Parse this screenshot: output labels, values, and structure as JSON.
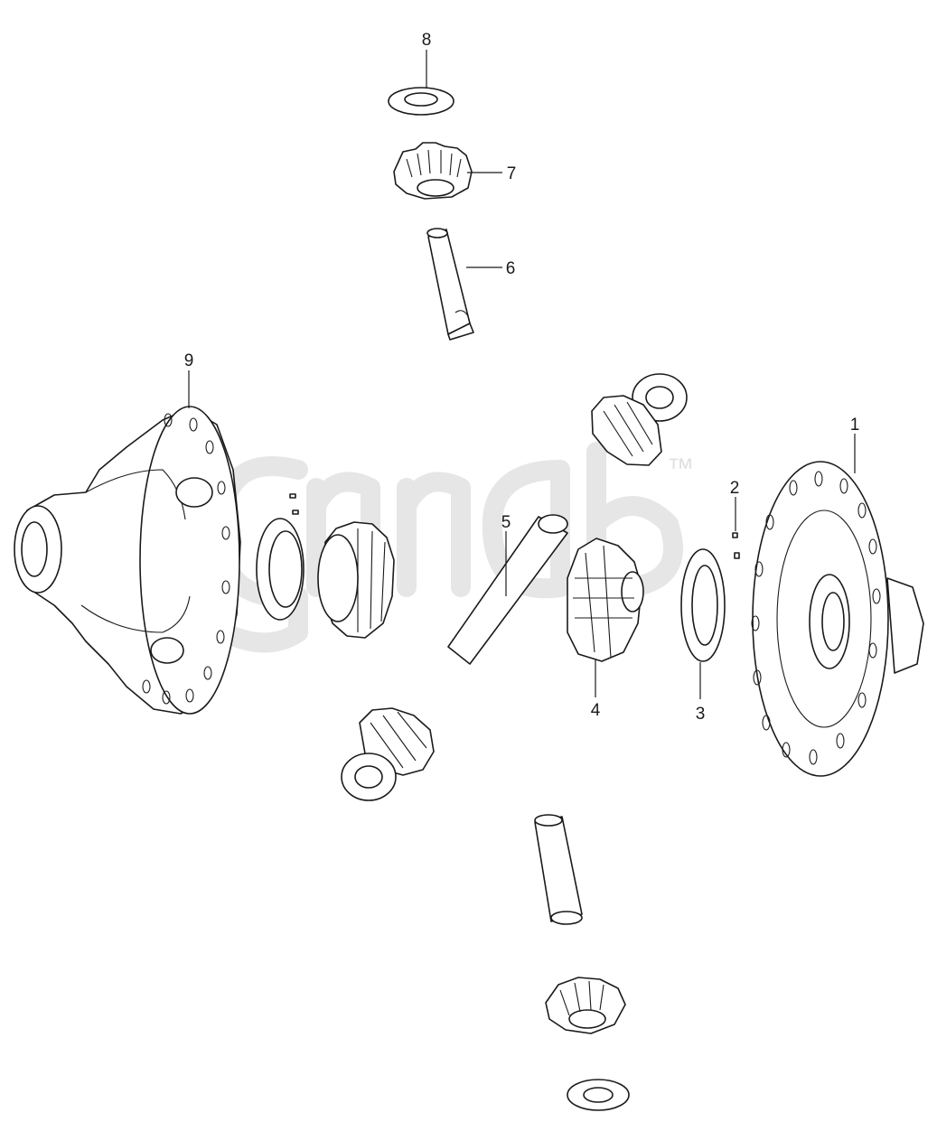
{
  "diagram": {
    "watermark_tm": "™",
    "callouts": [
      {
        "id": "1",
        "label": "1"
      },
      {
        "id": "2",
        "label": "2"
      },
      {
        "id": "3",
        "label": "3"
      },
      {
        "id": "4",
        "label": "4"
      },
      {
        "id": "5",
        "label": "5"
      },
      {
        "id": "6",
        "label": "6"
      },
      {
        "id": "7",
        "label": "7"
      },
      {
        "id": "8",
        "label": "8"
      },
      {
        "id": "9",
        "label": "9"
      }
    ],
    "colors": {
      "line": "#1a1a1a",
      "background": "#ffffff",
      "watermark": "#e6e6e6"
    }
  }
}
